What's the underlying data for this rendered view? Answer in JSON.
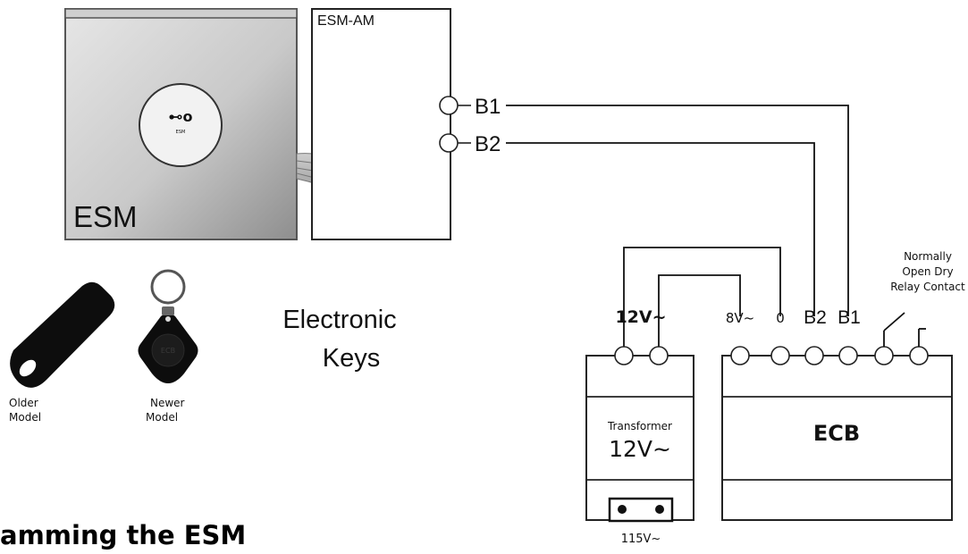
{
  "esm": {
    "label": "ESM",
    "key_icon_text": "⊷o",
    "key_icon_subtext": "ESM"
  },
  "esm_am": {
    "label": "ESM-AM",
    "terminal_b1": "B1",
    "terminal_b2": "B2"
  },
  "keys": {
    "title_line1": "Electronic",
    "title_line2": "Keys",
    "older_line1": "Older",
    "older_line2": "Model",
    "newer_line1": "Newer",
    "newer_line2": "Model",
    "fob_text": "ECB"
  },
  "transformer": {
    "name": "Transformer",
    "voltage": "12V~",
    "output_label": "12V~",
    "input_label": "115V~"
  },
  "ecb": {
    "label": "ECB",
    "terminals": [
      "8V~",
      "0",
      "B2",
      "B1"
    ],
    "relay_line1": "Normally",
    "relay_line2": "Open Dry",
    "relay_line3": "Relay Contact"
  },
  "section_heading": "amming the ESM",
  "colors": {
    "wire": "#111111",
    "esm_body_light": "#dcdcdc",
    "esm_body_dark": "#9a9a9a",
    "fob_black": "#0d0d0d"
  }
}
